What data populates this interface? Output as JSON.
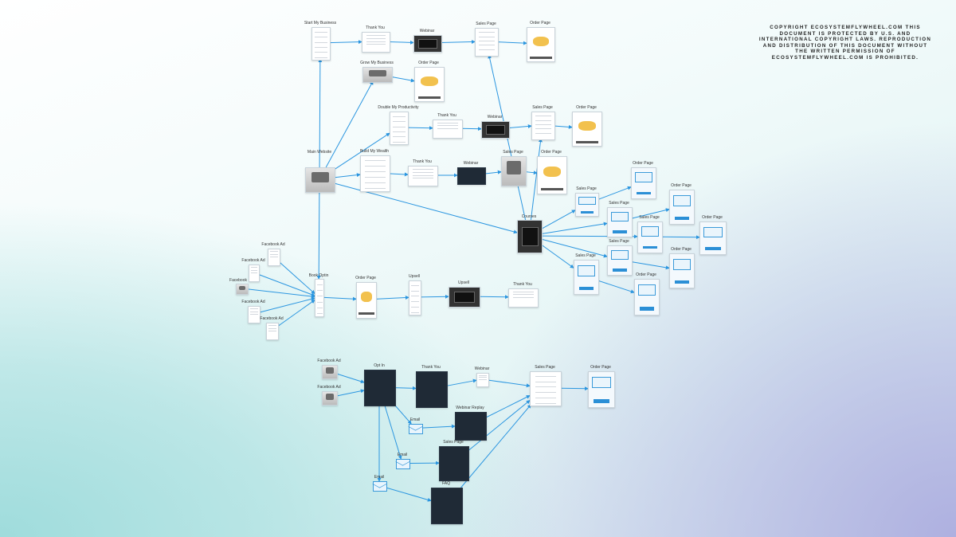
{
  "copyright": "COPYRIGHT ECOSYSTEMFLYWHEEL.COM THIS DOCUMENT IS PROTECTED BY U.S. AND INTERNATIONAL COPYRIGHT LAWS. REPRODUCTION AND DISTRIBUTION OF THIS DOCUMENT WITHOUT THE WRITTEN PERMISSION OF ECOSYSTEMFLYWHEEL.COM IS PROHIBITED.",
  "nodes": [
    {
      "id": "start_biz",
      "label": "Start My Business",
      "style": "page"
    },
    {
      "id": "ty1",
      "label": "Thank You",
      "style": "page"
    },
    {
      "id": "web1",
      "label": "Webinar",
      "style": "video"
    },
    {
      "id": "sales1",
      "label": "Sales Page",
      "style": "page"
    },
    {
      "id": "order1",
      "label": "Order Page",
      "style": "order"
    },
    {
      "id": "grow_biz",
      "label": "Grow My Business",
      "style": "photo"
    },
    {
      "id": "order2",
      "label": "Order Page",
      "style": "order"
    },
    {
      "id": "double_prod",
      "label": "Double My Productivity",
      "style": "page"
    },
    {
      "id": "ty2",
      "label": "Thank You",
      "style": "page"
    },
    {
      "id": "web2",
      "label": "Webinar",
      "style": "video"
    },
    {
      "id": "sales2",
      "label": "Sales Page",
      "style": "page"
    },
    {
      "id": "order3",
      "label": "Order Page",
      "style": "order"
    },
    {
      "id": "main_web",
      "label": "Main Website",
      "style": "photo"
    },
    {
      "id": "build_wealth",
      "label": "Build My Wealth",
      "style": "page"
    },
    {
      "id": "ty3",
      "label": "Thank You",
      "style": "page"
    },
    {
      "id": "web3",
      "label": "Webinar",
      "style": "dark"
    },
    {
      "id": "sales3",
      "label": "Sales Page",
      "style": "photo"
    },
    {
      "id": "order4",
      "label": "Order Page",
      "style": "order"
    },
    {
      "id": "courses",
      "label": "Courses",
      "style": "video"
    },
    {
      "id": "c_sales1",
      "label": "Sales Page",
      "style": "blueish"
    },
    {
      "id": "c_sales2",
      "label": "Sales Page",
      "style": "blueish"
    },
    {
      "id": "c_sales3",
      "label": "Sales Page",
      "style": "blueish"
    },
    {
      "id": "c_sales4",
      "label": "Sales Page",
      "style": "blueish"
    },
    {
      "id": "c_sales5",
      "label": "Sales Page",
      "style": "blueish"
    },
    {
      "id": "c_order1",
      "label": "Order Page",
      "style": "blueish"
    },
    {
      "id": "c_order2",
      "label": "Order Page",
      "style": "blueish"
    },
    {
      "id": "c_order3",
      "label": "Order Page",
      "style": "blueish"
    },
    {
      "id": "c_order4",
      "label": "Order Page",
      "style": "blueish"
    },
    {
      "id": "c_order5",
      "label": "Order Page",
      "style": "blueish"
    },
    {
      "id": "fb1",
      "label": "Facebook Ad",
      "style": "page"
    },
    {
      "id": "fb2",
      "label": "Facebook Ad",
      "style": "page"
    },
    {
      "id": "fb3",
      "label": "Facebook",
      "style": "photo"
    },
    {
      "id": "fb4",
      "label": "Facebook Ad",
      "style": "page"
    },
    {
      "id": "fb5",
      "label": "Facebook Ad",
      "style": "page"
    },
    {
      "id": "book_optin",
      "label": "Book Optin",
      "style": "page"
    },
    {
      "id": "order5",
      "label": "Order Page",
      "style": "order"
    },
    {
      "id": "upsell",
      "label": "Upsell",
      "style": "page"
    },
    {
      "id": "upsell_vid",
      "label": "Upsell",
      "style": "video"
    },
    {
      "id": "ty4",
      "label": "Thank You",
      "style": "page"
    },
    {
      "id": "fb6",
      "label": "Facebook Ad",
      "style": "photo"
    },
    {
      "id": "fb7",
      "label": "Facebook Ad",
      "style": "photo"
    },
    {
      "id": "optin2",
      "label": "Opt In",
      "style": "dark"
    },
    {
      "id": "ty5",
      "label": "Thank You",
      "style": "dark"
    },
    {
      "id": "webinar4",
      "label": "Webinar",
      "style": "page"
    },
    {
      "id": "sales4",
      "label": "Sales Page",
      "style": "page"
    },
    {
      "id": "order6",
      "label": "Order Page",
      "style": "blueish"
    },
    {
      "id": "replay",
      "label": "Webinar Replay",
      "style": "dark"
    },
    {
      "id": "sales5",
      "label": "Sales Page",
      "style": "dark"
    },
    {
      "id": "faq",
      "label": "FAQ",
      "style": "dark"
    },
    {
      "id": "email1",
      "label": "Email",
      "style": "envelope"
    },
    {
      "id": "email2",
      "label": "Email",
      "style": "envelope"
    },
    {
      "id": "email3",
      "label": "Email",
      "style": "envelope"
    }
  ],
  "edges": [
    [
      "start_biz",
      "ty1"
    ],
    [
      "ty1",
      "web1"
    ],
    [
      "web1",
      "sales1"
    ],
    [
      "sales1",
      "order1"
    ],
    [
      "grow_biz",
      "order2"
    ],
    [
      "double_prod",
      "ty2"
    ],
    [
      "ty2",
      "web2"
    ],
    [
      "web2",
      "sales2"
    ],
    [
      "sales2",
      "order3"
    ],
    [
      "main_web",
      "start_biz"
    ],
    [
      "main_web",
      "grow_biz"
    ],
    [
      "main_web",
      "double_prod"
    ],
    [
      "main_web",
      "build_wealth"
    ],
    [
      "main_web",
      "courses"
    ],
    [
      "main_web",
      "book_optin"
    ],
    [
      "build_wealth",
      "ty3"
    ],
    [
      "ty3",
      "web3"
    ],
    [
      "web3",
      "sales3"
    ],
    [
      "sales3",
      "order4"
    ],
    [
      "courses",
      "sales1"
    ],
    [
      "courses",
      "sales2"
    ],
    [
      "courses",
      "c_sales1"
    ],
    [
      "courses",
      "c_sales2"
    ],
    [
      "courses",
      "c_sales3"
    ],
    [
      "courses",
      "c_sales4"
    ],
    [
      "courses",
      "c_sales5"
    ],
    [
      "c_sales1",
      "c_order1"
    ],
    [
      "c_sales2",
      "c_order2"
    ],
    [
      "c_sales3",
      "c_order3"
    ],
    [
      "c_sales4",
      "c_order4"
    ],
    [
      "c_sales5",
      "c_order5"
    ],
    [
      "fb1",
      "book_optin"
    ],
    [
      "fb2",
      "book_optin"
    ],
    [
      "fb3",
      "book_optin"
    ],
    [
      "fb4",
      "book_optin"
    ],
    [
      "fb5",
      "book_optin"
    ],
    [
      "book_optin",
      "order5"
    ],
    [
      "order5",
      "upsell"
    ],
    [
      "upsell",
      "upsell_vid"
    ],
    [
      "upsell_vid",
      "ty4"
    ],
    [
      "fb6",
      "optin2"
    ],
    [
      "fb7",
      "optin2"
    ],
    [
      "optin2",
      "ty5"
    ],
    [
      "ty5",
      "webinar4"
    ],
    [
      "webinar4",
      "sales4"
    ],
    [
      "sales4",
      "order6"
    ],
    [
      "optin2",
      "email1"
    ],
    [
      "optin2",
      "email2"
    ],
    [
      "optin2",
      "email3"
    ],
    [
      "email1",
      "replay"
    ],
    [
      "email2",
      "sales5"
    ],
    [
      "email3",
      "faq"
    ],
    [
      "replay",
      "sales4"
    ],
    [
      "sales5",
      "sales4"
    ],
    [
      "faq",
      "sales4"
    ]
  ]
}
